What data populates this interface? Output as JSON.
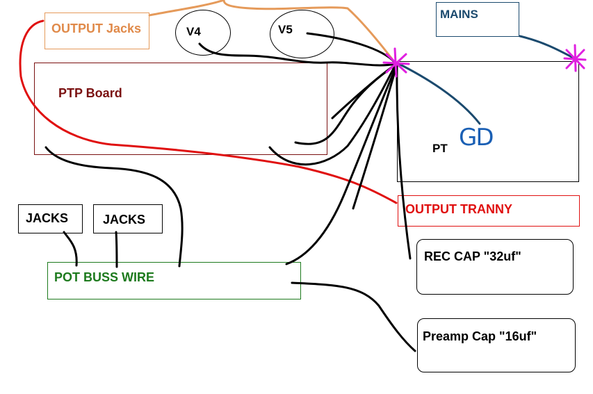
{
  "colors": {
    "black_wire": "#000000",
    "red_wire": "#e01010",
    "orange_wire": "#e59a5a",
    "blue_wire": "#1b4a6e",
    "star_ground": "#e020e0",
    "gd_text": "#1a5fb4",
    "output_jacks_text": "#e08a4a",
    "ptp_text": "#7a1010",
    "mains_text": "#1b4a6e",
    "output_tranny_text": "#e01010",
    "pot_buss_text": "#1d7a1d",
    "black_text": "#000000"
  },
  "labels": {
    "output_jacks": "OUTPUT Jacks",
    "v4": "V4",
    "v5": "V5",
    "mains": "MAINS",
    "ptp_board": "PTP Board",
    "pt": "PT",
    "gd": "GD",
    "output_tranny": "OUTPUT TRANNY",
    "jacks_1": "JACKS",
    "jacks_2": "JACKS",
    "pot_buss_wire": "POT BUSS WIRE",
    "rec_cap": "REC CAP \"32uf\"",
    "preamp_cap": "Preamp Cap \"16uf\""
  }
}
